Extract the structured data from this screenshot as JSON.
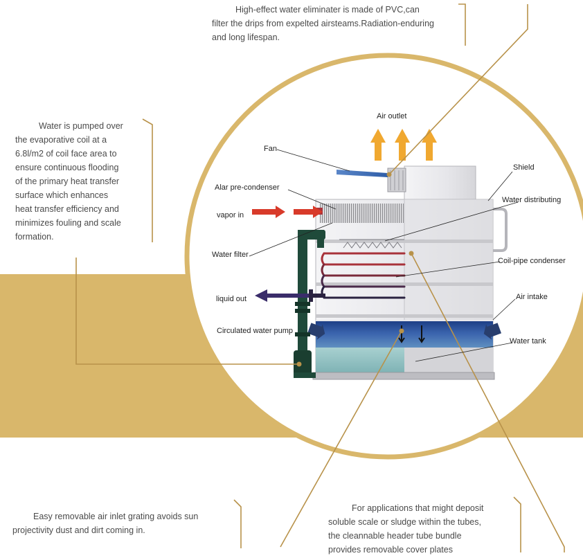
{
  "texts": {
    "top_note": [
      "High-effect water eliminater is made of PVC,can",
      "filter the drips from expelted airsteams.Radiation-enduring",
      "and long lifespan."
    ],
    "left_note": [
      "Water is pumped over",
      "the evaporative coil at a",
      "6.8l/m2 of coil face area to",
      "ensure continuous flooding",
      "of the primary heat transfer",
      "surface which enhances",
      "heat transfer efficiency and",
      "minimizes fouling and scale",
      "formation."
    ],
    "bottom_left_note": [
      "Easy removable air inlet grating avoids sun",
      "projectivity dust and dirt coming in."
    ],
    "bottom_right_note": [
      "For applications that might deposit",
      "soluble scale or sludge within the tubes,",
      "the cleannable header tube bundle",
      "provides removable cover plates"
    ]
  },
  "labels": {
    "air_outlet": "Air outlet",
    "fan": "Fan",
    "shield": "Shield",
    "alar_pre_condenser": "Alar pre-condenser",
    "water_distributing": "Water distributing",
    "vapor_in": "vapor in",
    "water_filter": "Water filter",
    "coil_pipe_condenser": "Coil-pipe condenser",
    "liquid_out": "liquid out",
    "air_intake": "Air intake",
    "circulated_water_pump": "Circulated water pump",
    "water_tank": "Water tank"
  },
  "colors": {
    "band": "#d9b76b",
    "circle": "#ffffff",
    "leader": "#b8924a",
    "arrow_up": "#f0a830",
    "vapor_arrow": "#d83a2a",
    "liquid_arrow": "#3a2d6a",
    "pipe": "#1f4a3a",
    "coil": "#a8323a",
    "tank_water": "#2a4c8a",
    "tower_body": "#e7e7ea"
  }
}
